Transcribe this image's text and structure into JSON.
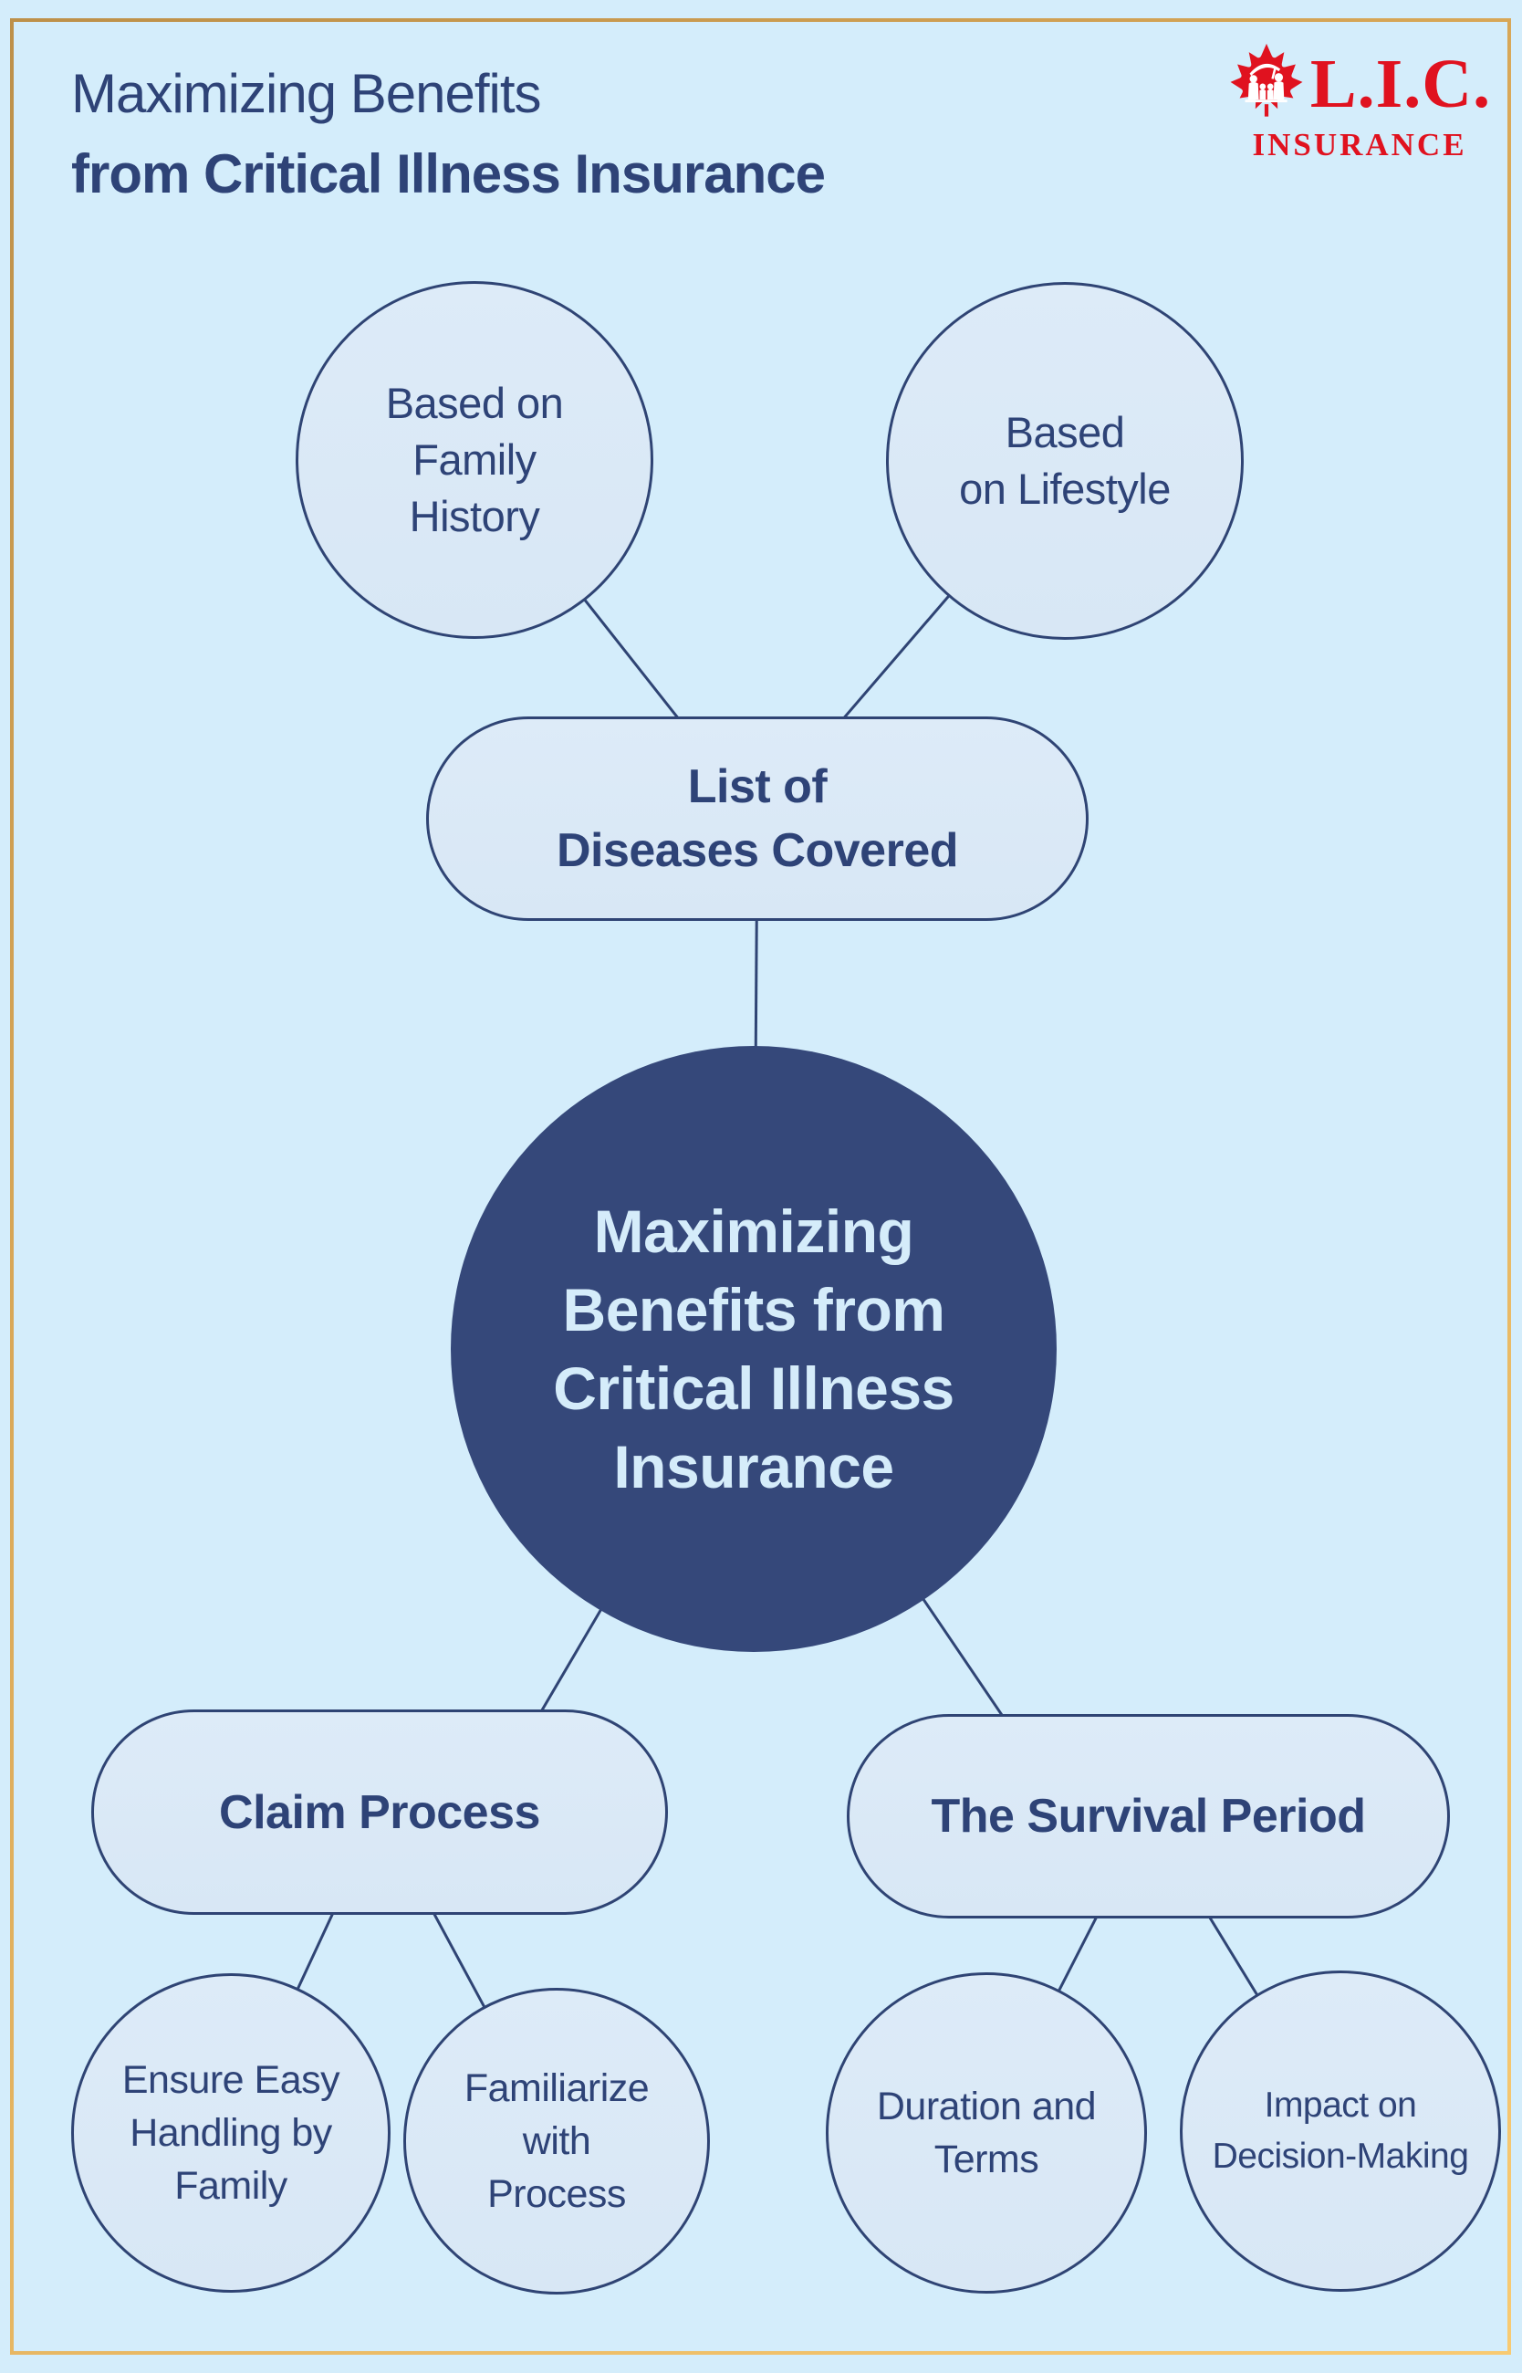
{
  "colors": {
    "background": "#d4edfb",
    "node_fill": "#dbe9f7",
    "node_border": "#2f4474",
    "center_fill": "#35487a",
    "center_text": "#d5ecfa",
    "text": "#2e4377",
    "frame_gold_start": "#bd9049",
    "frame_gold_end": "#f8ca72",
    "logo_red": "#e0121f"
  },
  "header": {
    "title_line1": "Maximizing Benefits",
    "title_line2": "from Critical Illness Insurance"
  },
  "logo": {
    "name": "L.I.C.",
    "tagline": "INSURANCE",
    "icon": "maple-leaf-with-family-under-umbrella"
  },
  "diagram": {
    "nodes": {
      "family_history": {
        "label": "Based on Family History",
        "lines": [
          "Based on",
          "Family",
          "History"
        ]
      },
      "lifestyle": {
        "label": "Based on Lifestyle",
        "lines": [
          "Based",
          "on Lifestyle"
        ]
      },
      "diseases": {
        "label": "List of Diseases Covered",
        "lines": [
          "List of",
          "Diseases Covered"
        ]
      },
      "center": {
        "label": "Maximizing Benefits from Critical Illness Insurance",
        "lines": [
          "Maximizing",
          "Benefits from",
          "Critical Illness",
          "Insurance"
        ]
      },
      "claim": {
        "label": "Claim Process",
        "lines": [
          "Claim Process"
        ]
      },
      "survival": {
        "label": "The Survival Period",
        "lines": [
          "The Survival Period"
        ]
      },
      "easy_handling": {
        "label": "Ensure Easy Handling by Family",
        "lines": [
          "Ensure Easy",
          "Handling by",
          "Family"
        ]
      },
      "familiarize": {
        "label": "Familiarize with Process",
        "lines": [
          "Familiarize",
          "with",
          "Process"
        ]
      },
      "duration": {
        "label": "Duration and Terms",
        "lines": [
          "Duration and",
          "Terms"
        ]
      },
      "impact": {
        "label": "Impact on Decision-Making",
        "lines": [
          "Impact on",
          "Decision-Making"
        ]
      }
    }
  }
}
